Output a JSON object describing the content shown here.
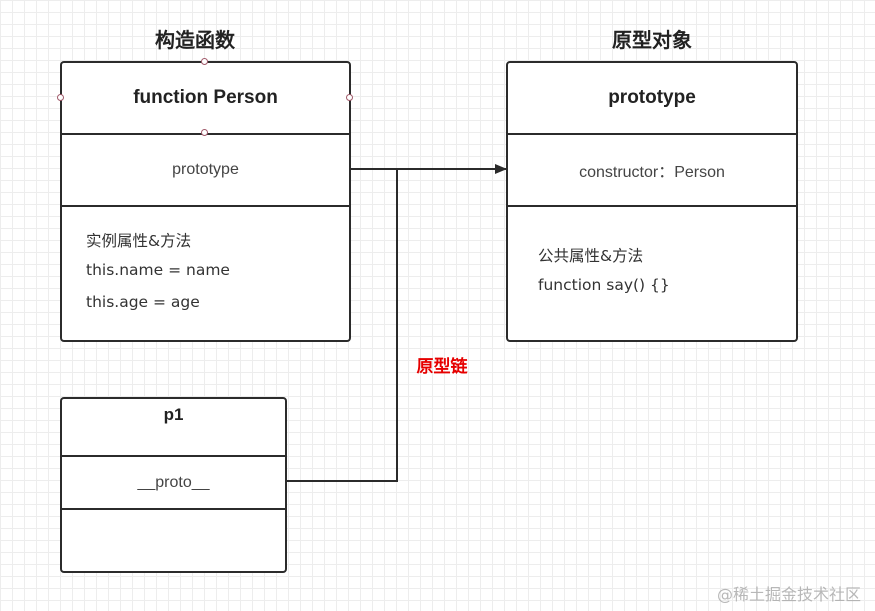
{
  "headings": {
    "constructor": "构造函数",
    "prototype_object": "原型对象"
  },
  "constructor_box": {
    "title": "function Person",
    "field": "prototype",
    "members": [
      "实例属性&方法",
      "this.name = name",
      "this.age = age"
    ]
  },
  "prototype_box": {
    "title": "prototype",
    "field": "constructor：Person",
    "members": [
      "公共属性&方法",
      "function say() {}"
    ]
  },
  "instance_box": {
    "title": "p1",
    "field": "__proto__"
  },
  "chain_label": "原型链",
  "colors": {
    "chain_label": "#e60000",
    "box_border": "#2b2b2b",
    "grid": "#ededed"
  },
  "watermark": "@稀土掘金技术社区"
}
